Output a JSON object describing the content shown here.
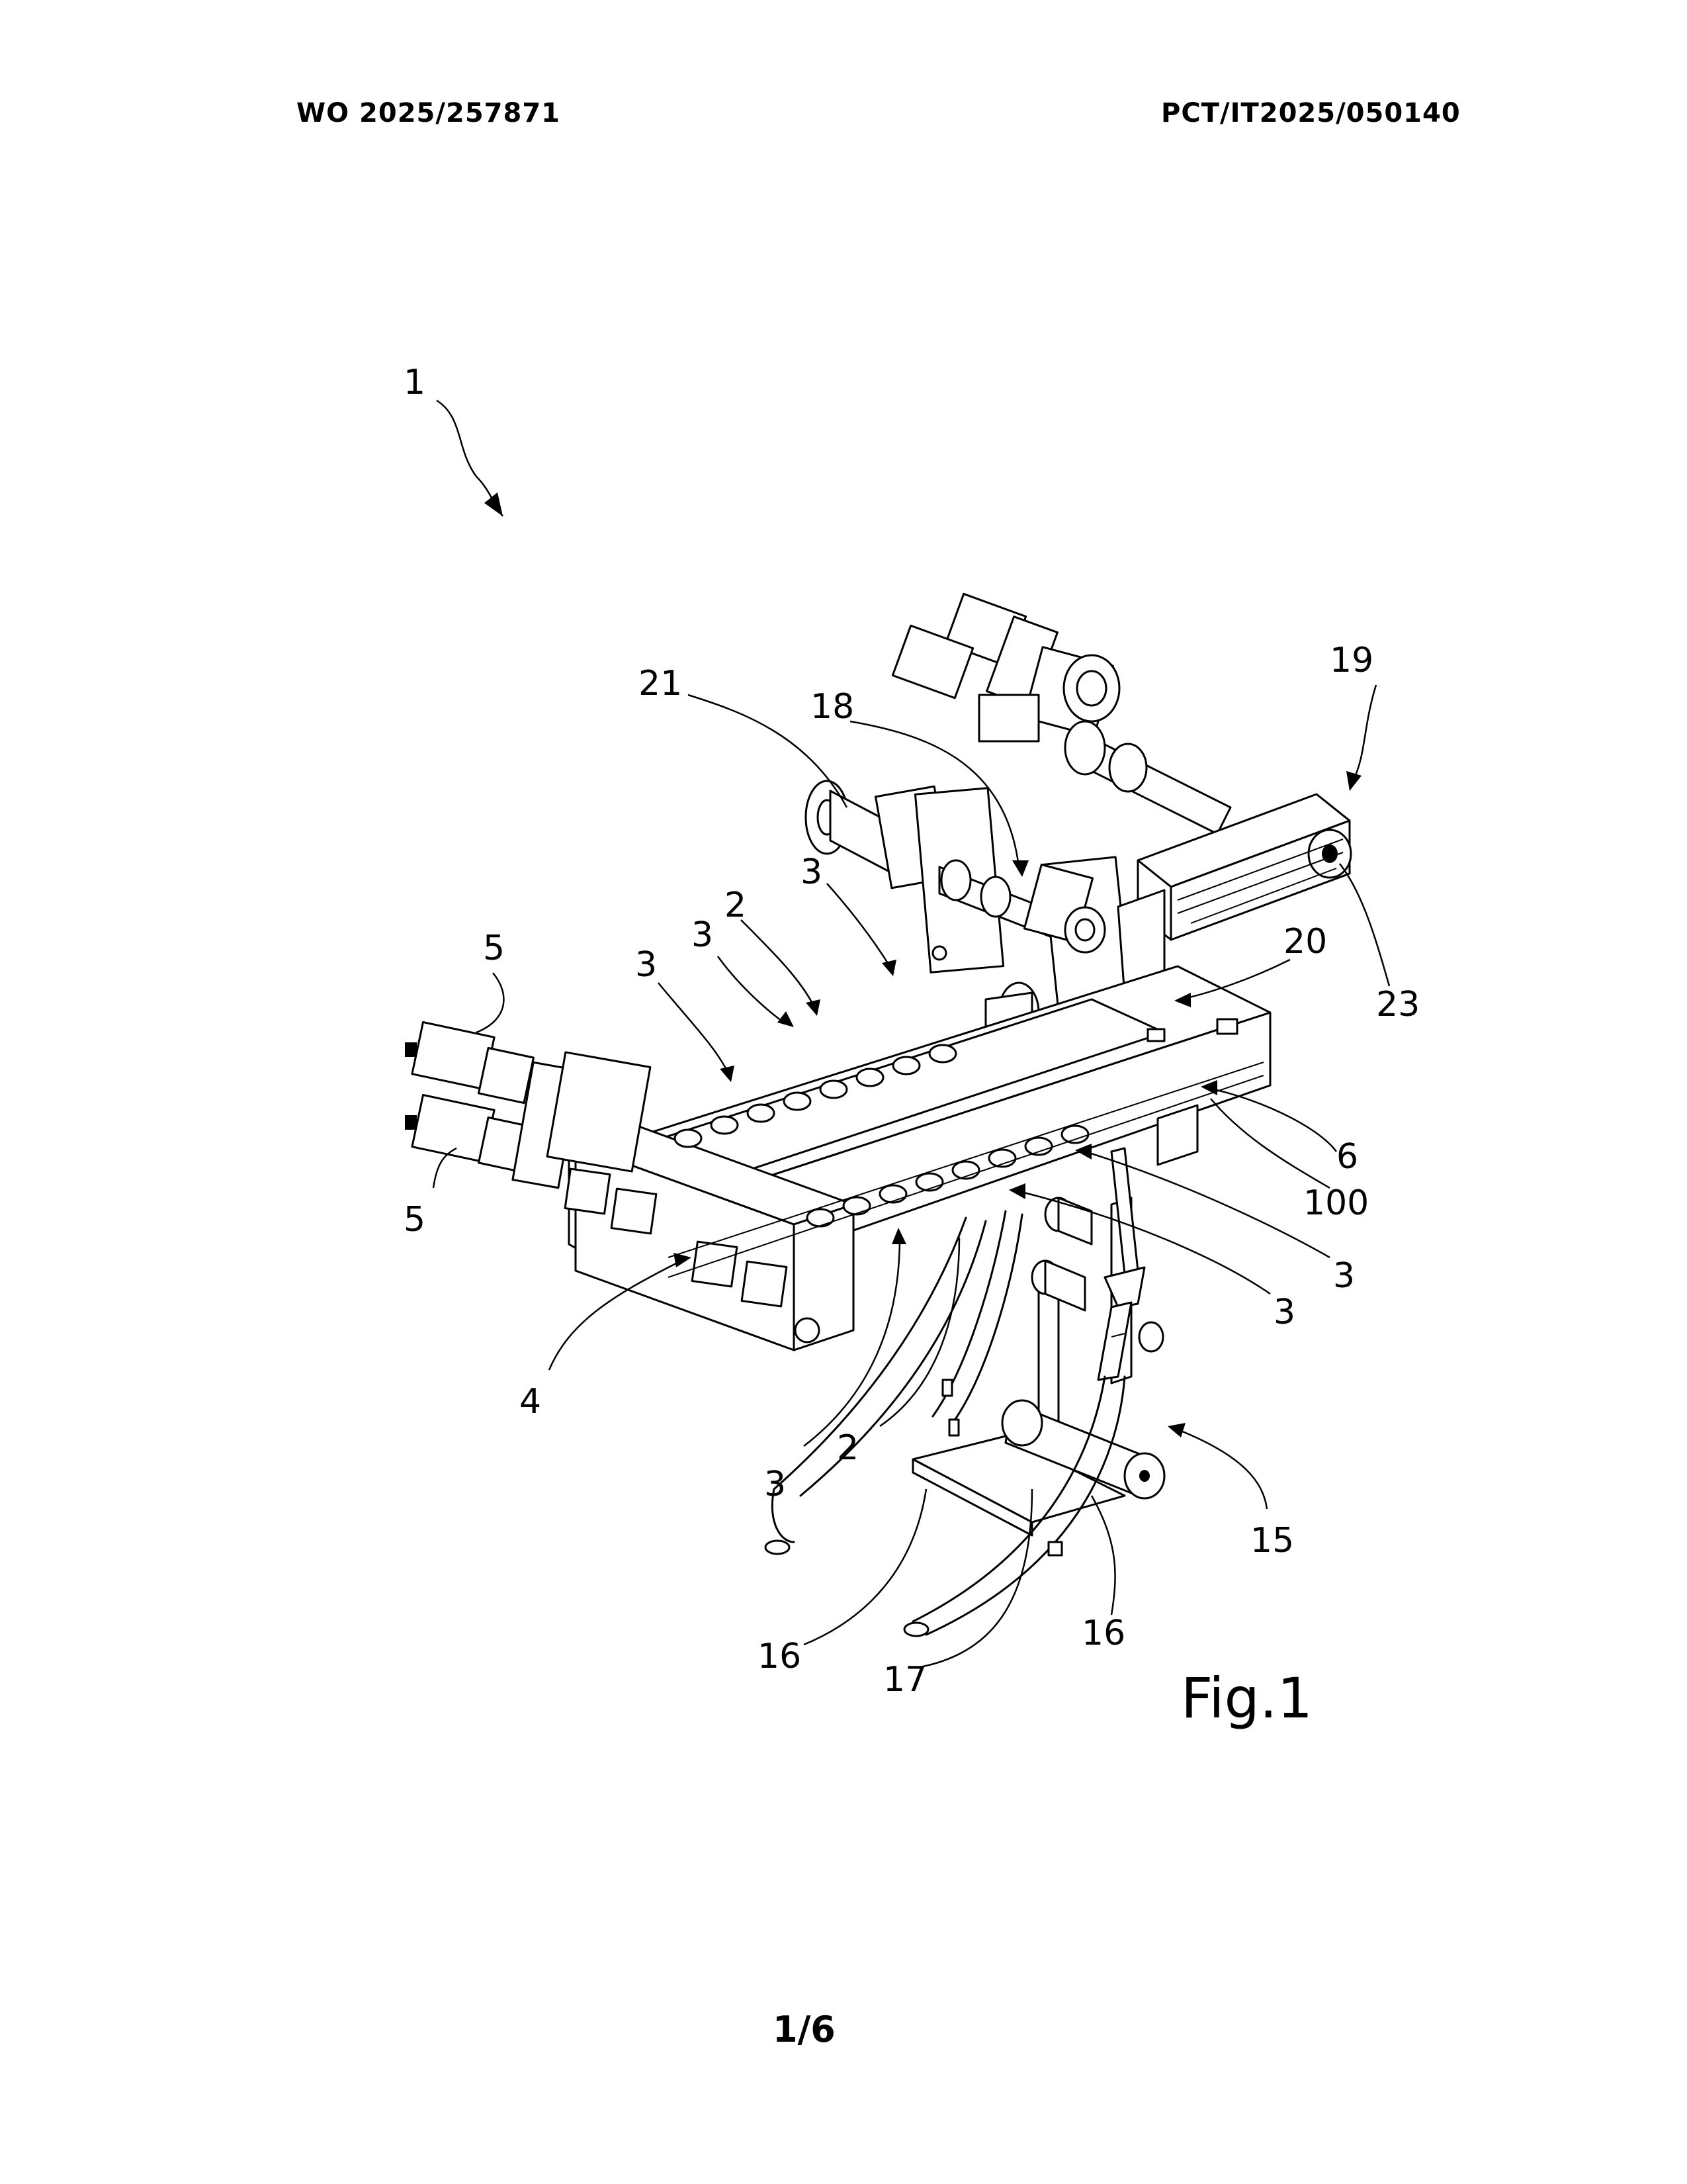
{
  "header": {
    "publication_number": "WO 2025/257871",
    "application_number": "PCT/IT2025/050140"
  },
  "figure": {
    "caption": "Fig.1",
    "reference_numerals": {
      "r1": "1",
      "r21": "21",
      "r18": "18",
      "r19": "19",
      "r3a": "3",
      "r2a": "2",
      "r3b": "3",
      "r3c": "3",
      "r20": "20",
      "r23": "23",
      "r5a": "5",
      "r5b": "5",
      "r6": "6",
      "r100": "100",
      "r3d": "3",
      "r3e": "3",
      "r4": "4",
      "r3f": "3",
      "r2b": "2",
      "r15": "15",
      "r16a": "16",
      "r17": "17",
      "r16b": "16"
    }
  },
  "footer": {
    "page_indicator": "1/6"
  }
}
